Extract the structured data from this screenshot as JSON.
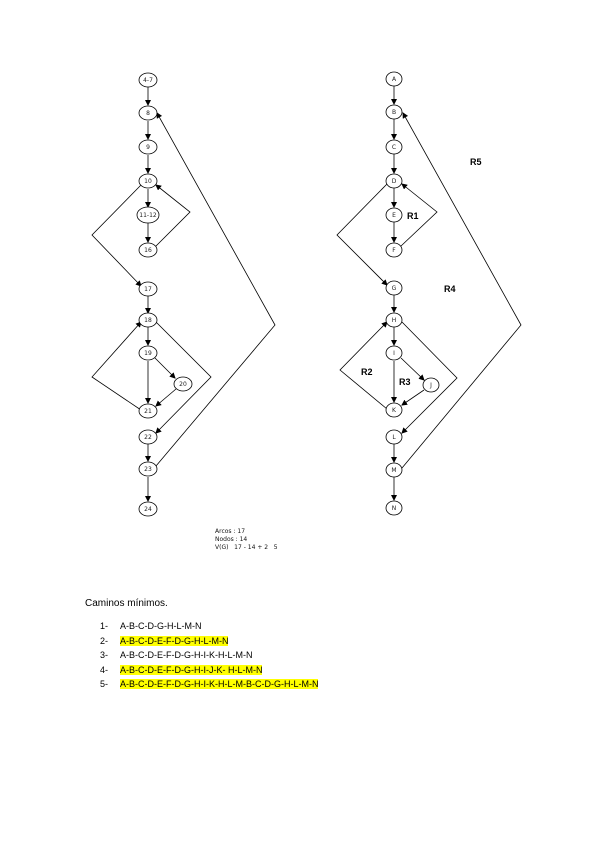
{
  "left_graph": {
    "nodes": [
      {
        "id": "n1",
        "label": "4-7"
      },
      {
        "id": "n2",
        "label": "8"
      },
      {
        "id": "n3",
        "label": "9"
      },
      {
        "id": "n4",
        "label": "10"
      },
      {
        "id": "n5",
        "label": "11-12"
      },
      {
        "id": "n6",
        "label": "16"
      },
      {
        "id": "n7",
        "label": "17"
      },
      {
        "id": "n8",
        "label": "18"
      },
      {
        "id": "n9",
        "label": "19"
      },
      {
        "id": "n10",
        "label": "20"
      },
      {
        "id": "n11",
        "label": "21"
      },
      {
        "id": "n12",
        "label": "22"
      },
      {
        "id": "n13",
        "label": "23"
      },
      {
        "id": "n14",
        "label": "24"
      }
    ]
  },
  "metrics": {
    "arcos": "Arcos : 17",
    "nodos": "Nodos : 14",
    "vg": "V(G)   17 - 14 + 2   5"
  },
  "right_graph": {
    "nodes": [
      {
        "id": "A",
        "label": "A"
      },
      {
        "id": "B",
        "label": "B"
      },
      {
        "id": "C",
        "label": "C"
      },
      {
        "id": "D",
        "label": "D"
      },
      {
        "id": "E",
        "label": "E"
      },
      {
        "id": "F",
        "label": "F"
      },
      {
        "id": "G",
        "label": "G"
      },
      {
        "id": "H",
        "label": "H"
      },
      {
        "id": "I",
        "label": "I"
      },
      {
        "id": "J",
        "label": "J"
      },
      {
        "id": "K",
        "label": "K"
      },
      {
        "id": "L",
        "label": "L"
      },
      {
        "id": "M",
        "label": "M"
      },
      {
        "id": "N",
        "label": "N"
      }
    ],
    "regions": {
      "r1": "R1",
      "r2": "R2",
      "r3": "R3",
      "r4": "R4",
      "r5": "R5"
    }
  },
  "paths": {
    "title": "Caminos mínimos.",
    "items": [
      {
        "num": "1-",
        "text": "A-B-C-D-G-H-L-M-N",
        "highlighted": false
      },
      {
        "num": "2-",
        "text": "A-B-C-D-E-F-D-G-H-L-M-N",
        "highlighted": true
      },
      {
        "num": "3-",
        "text": "A-B-C-D-E-F-D-G-H-I-K-H-L-M-N",
        "highlighted": false
      },
      {
        "num": "4-",
        "text": "A-B-C-D-E-F-D-G-H-I-J-K- H-L-M-N",
        "highlighted": true
      },
      {
        "num": "5-",
        "text": "A-B-C-D-E-F-D-G-H-I-K-H-L-M-B-C-D-G-H-L-M-N",
        "highlighted": true
      }
    ],
    "highlight_color": "#ffff00"
  }
}
